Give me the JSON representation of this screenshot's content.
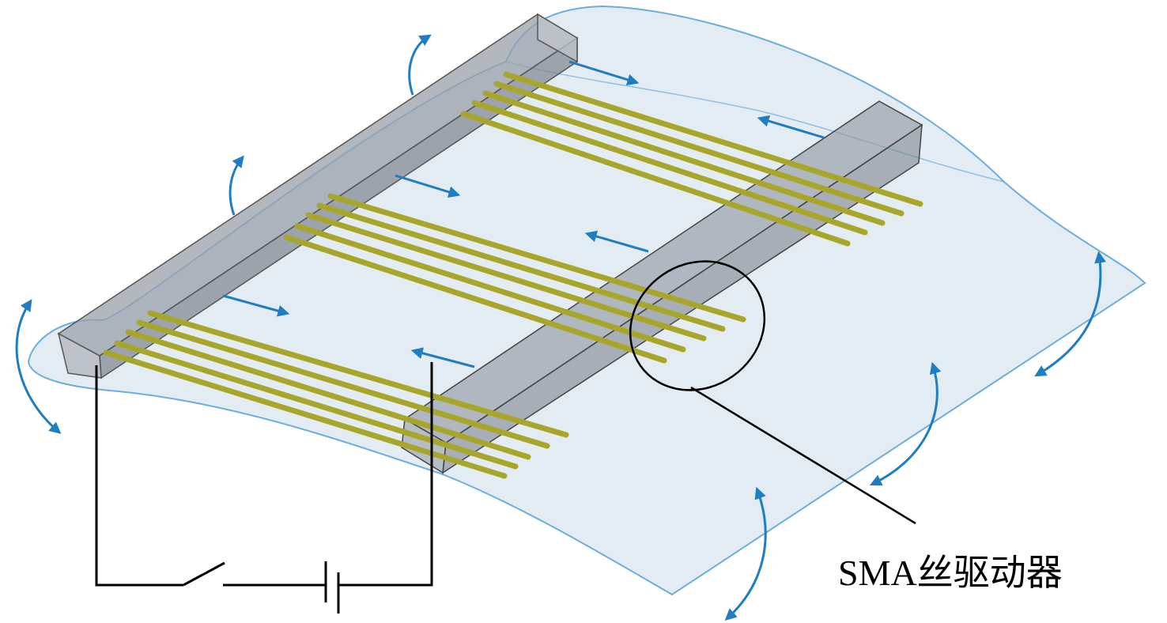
{
  "diagram": {
    "callout_label": "SMA丝驱动器",
    "colors": {
      "skin_fill": "#dbe5ef",
      "skin_edge": "#6aaedb",
      "beam_fill": "#8f95a0",
      "wire": "#a8a62a",
      "arrow": "#1f7dc2",
      "circuit": "#000000"
    },
    "components": [
      "wing-skin",
      "front-beam",
      "rear-beam",
      "sma-wires",
      "motion-arrows",
      "electric-circuit",
      "battery",
      "switch"
    ]
  }
}
